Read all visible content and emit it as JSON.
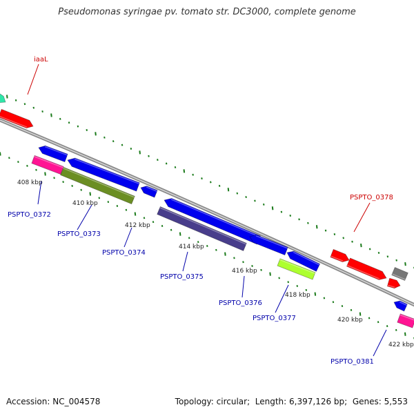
{
  "title": "Pseudomonas syringae pv. tomato str. DC3000, complete genome",
  "footer": {
    "accession_label": "Accession:",
    "accession": "NC_004578",
    "topology_label": "Topology:",
    "topology": "circular",
    "length_label": "Length:",
    "length": "6,397,126 bp",
    "genes_label": "Genes:",
    "genes": "5,553"
  },
  "colors": {
    "backbone": "#8c8c8c",
    "ticks": "#1a7a1a",
    "label_red": "#cc0000",
    "label_blue": "#0000aa"
  },
  "ticks": [
    "408 kbp",
    "410 kbp",
    "412 kbp",
    "414 kbp",
    "416 kbp",
    "418 kbp",
    "420 kbp",
    "422 kbp"
  ],
  "gene_labels": [
    {
      "name": "iaaL",
      "color": "red"
    },
    {
      "name": "PSPTO_0372",
      "color": "blue"
    },
    {
      "name": "PSPTO_0373",
      "color": "blue"
    },
    {
      "name": "PSPTO_0374",
      "color": "blue"
    },
    {
      "name": "PSPTO_0375",
      "color": "blue"
    },
    {
      "name": "PSPTO_0376",
      "color": "blue"
    },
    {
      "name": "PSPTO_0377",
      "color": "blue"
    },
    {
      "name": "PSPTO_0378",
      "color": "red"
    },
    {
      "name": "PSPTO_0381",
      "color": "blue"
    }
  ],
  "features": [
    {
      "color": "#2ee6a8",
      "strand": "plus"
    },
    {
      "color": "#ff0000",
      "strand": "plus"
    },
    {
      "color": "#0000ee",
      "strand": "minus"
    },
    {
      "color": "#ff1493",
      "strand": "minus"
    },
    {
      "color": "#0000ee",
      "strand": "minus"
    },
    {
      "color": "#6b8e23",
      "strand": "minus"
    },
    {
      "color": "#0000ee",
      "strand": "minus"
    },
    {
      "color": "#0000ee",
      "strand": "minus"
    },
    {
      "color": "#483d8b",
      "strand": "minus"
    },
    {
      "color": "#0000ee",
      "strand": "minus"
    },
    {
      "color": "#0000ee",
      "strand": "minus"
    },
    {
      "color": "#adff2f",
      "strand": "minus"
    },
    {
      "color": "#ff0000",
      "strand": "plus"
    },
    {
      "color": "#ff0000",
      "strand": "plus"
    },
    {
      "color": "#777777",
      "strand": "plus"
    },
    {
      "color": "#ff0000",
      "strand": "plus"
    },
    {
      "color": "#0000ee",
      "strand": "minus"
    },
    {
      "color": "#ff1493",
      "strand": "minus"
    }
  ]
}
